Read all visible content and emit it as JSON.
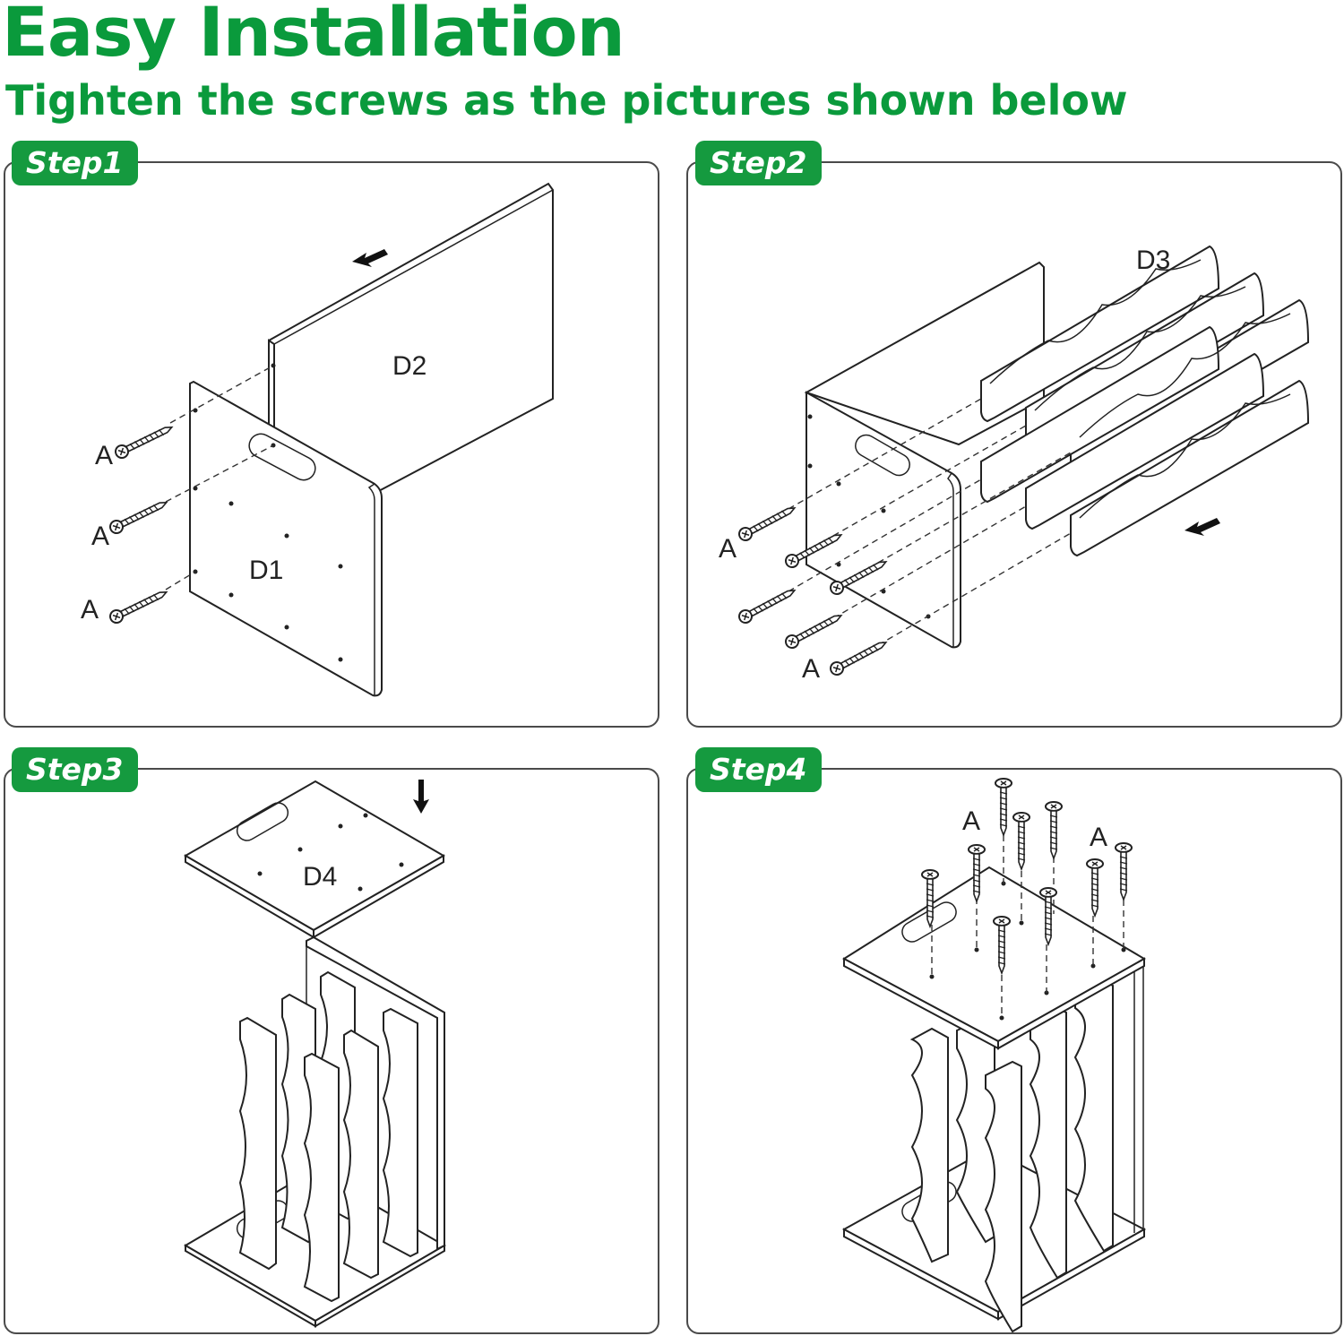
{
  "header": {
    "title": "Easy Installation",
    "subtitle": "Tighten the screws as the pictures shown below"
  },
  "colors": {
    "accent": "#0a9a3c",
    "tab_bg": "#159a3f",
    "border": "#4a4a4a"
  },
  "steps": [
    {
      "label": "Step1",
      "parts": [
        "D1",
        "D2"
      ],
      "screw_label": "A"
    },
    {
      "label": "Step2",
      "parts": [
        "D3"
      ],
      "screw_label": "A"
    },
    {
      "label": "Step3",
      "parts": [
        "D4"
      ]
    },
    {
      "label": "Step4",
      "screw_label": "A"
    }
  ],
  "icons": {
    "arrow": "arrow-icon",
    "screw": "screw-icon"
  }
}
